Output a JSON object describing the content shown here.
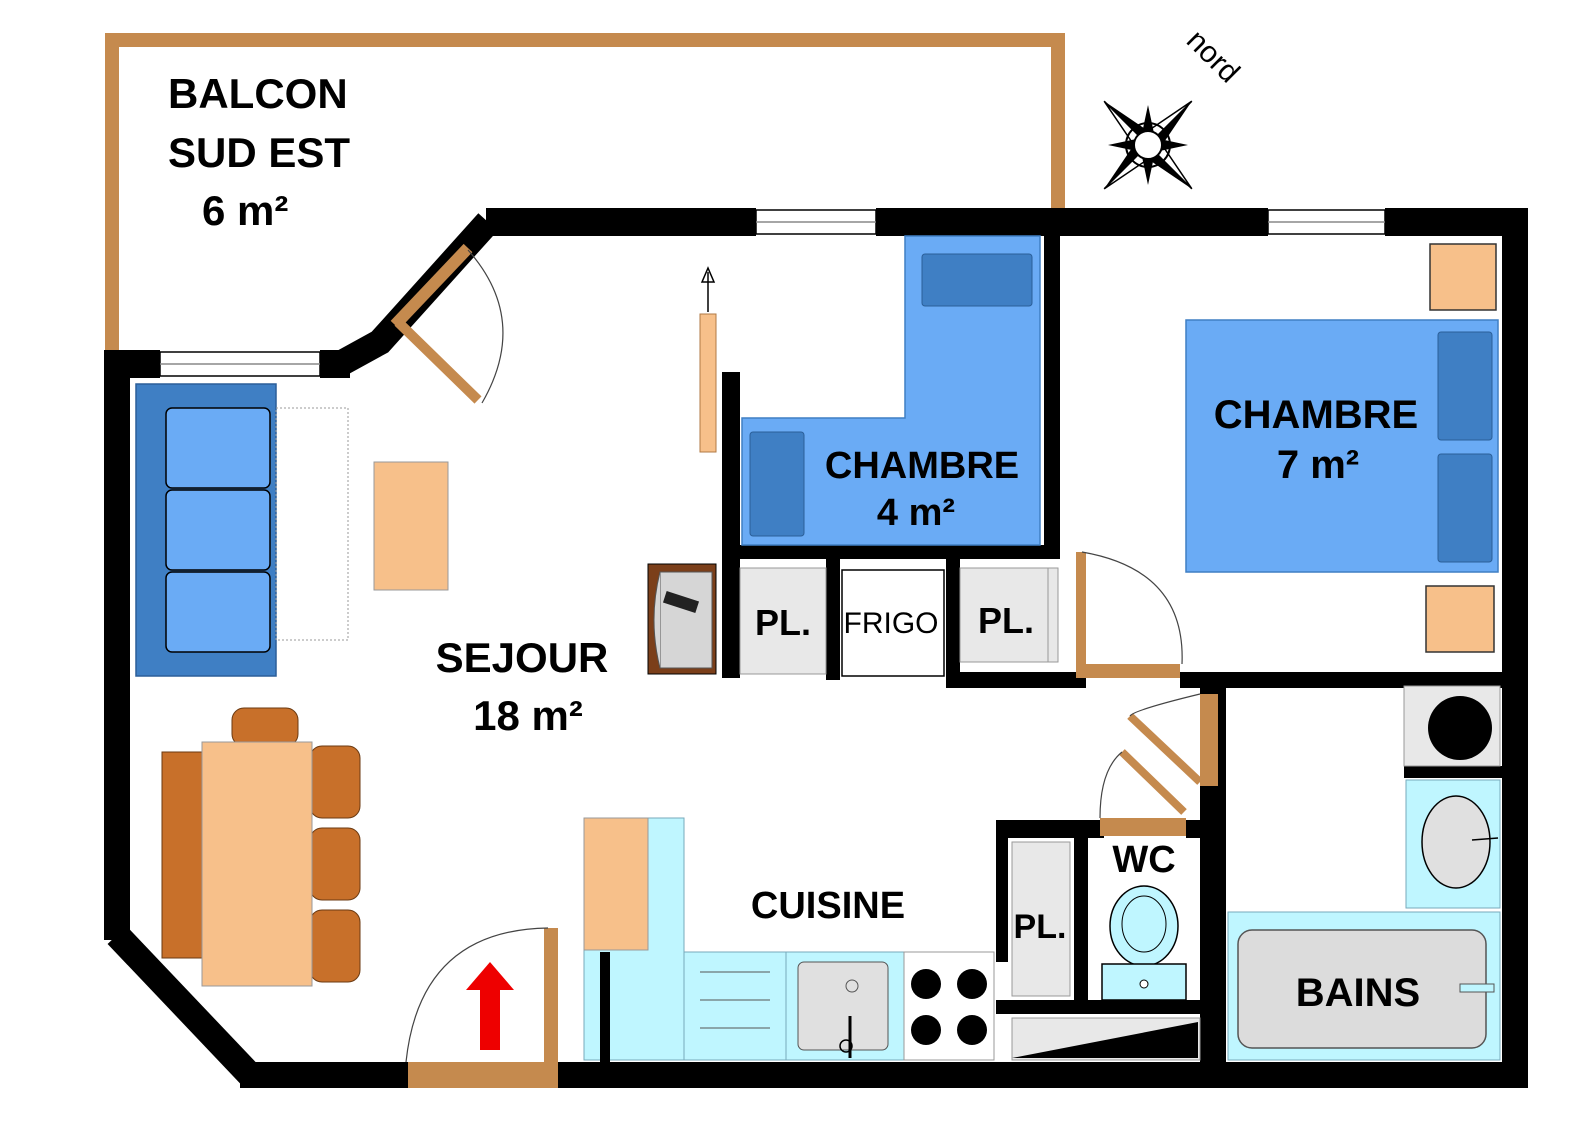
{
  "rooms": {
    "balcon": {
      "line1": "BALCON",
      "line2": "SUD EST",
      "area": "6 m²"
    },
    "sejour": {
      "name": "SEJOUR",
      "area": "18 m²"
    },
    "chambre_small": {
      "name": "CHAMBRE",
      "area": "4 m²"
    },
    "chambre_large": {
      "name": "CHAMBRE",
      "area": "7 m²"
    },
    "cuisine": {
      "name": "CUISINE"
    },
    "wc": {
      "name": "WC"
    },
    "bains": {
      "name": "BAINS"
    }
  },
  "closets": {
    "pl_left": "PL.",
    "frigo": "FRIGO",
    "pl_right": "PL.",
    "pl_wc": "PL."
  },
  "compass": {
    "label": "nord"
  },
  "colors": {
    "wall": "#000000",
    "balcony_railing": "#c58a4e",
    "bed_blue": "#6aabf5",
    "pillow_blue": "#3f7fc4",
    "furniture_tan": "#f7c08a",
    "chair_brown": "#c8702a",
    "aqua": "#bff6ff",
    "entry_arrow": "#ee0000"
  }
}
